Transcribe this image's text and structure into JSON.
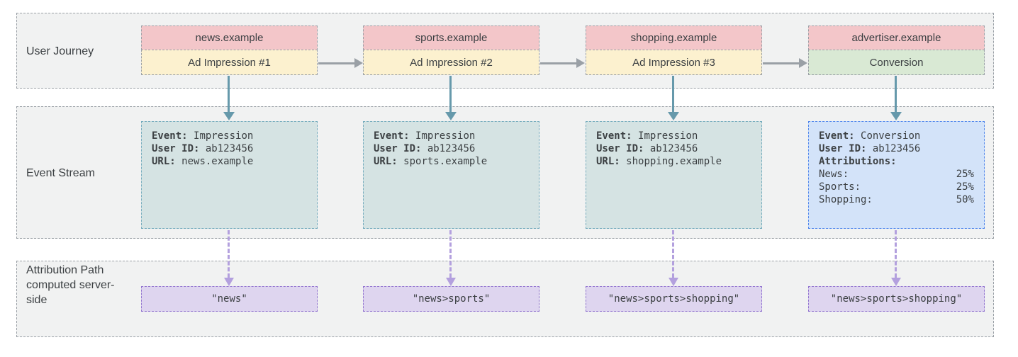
{
  "rows": {
    "journey_label": "User Journey",
    "events_label": "Event Stream",
    "paths_label": "Attribution Path computed server-side"
  },
  "columns": [
    {
      "site": "news.example",
      "action": "Ad Impression #1",
      "event": {
        "fields": [
          {
            "label": "Event:",
            "value": "Impression"
          },
          {
            "label": "User ID:",
            "value": "ab123456"
          },
          {
            "label": "URL:",
            "value": "news.example"
          }
        ]
      },
      "path": "\"news\""
    },
    {
      "site": "sports.example",
      "action": "Ad Impression #2",
      "event": {
        "fields": [
          {
            "label": "Event:",
            "value": "Impression"
          },
          {
            "label": "User ID:",
            "value": "ab123456"
          },
          {
            "label": "URL:",
            "value": "sports.example"
          }
        ]
      },
      "path": "\"news>sports\""
    },
    {
      "site": "shopping.example",
      "action": "Ad Impression #3",
      "event": {
        "fields": [
          {
            "label": "Event:",
            "value": "Impression"
          },
          {
            "label": "User ID:",
            "value": "ab123456"
          },
          {
            "label": "URL:",
            "value": "shopping.example"
          }
        ]
      },
      "path": "\"news>sports>shopping\""
    },
    {
      "site": "advertiser.example",
      "action": "Conversion",
      "event": {
        "fields": [
          {
            "label": "Event:",
            "value": "Conversion"
          },
          {
            "label": "User ID:",
            "value": "ab123456"
          },
          {
            "label": "Attributions:",
            "value": ""
          }
        ],
        "attributions": [
          {
            "name": "News:",
            "pct": "25%"
          },
          {
            "name": "Sports:",
            "pct": "25%"
          },
          {
            "name": "Shopping:",
            "pct": "50%"
          }
        ]
      },
      "path": "\"news>sports>shopping\""
    }
  ],
  "colors": {
    "band_bg": "#f1f2f2",
    "band_border": "#9aa0a6",
    "site_bg": "#f3c6c9",
    "impression_bg": "#fcf1cf",
    "conversion_bg": "#d9e9d4",
    "event_card_bg": "#d5e3e3",
    "event_card_border": "#74abbd",
    "conversion_card_bg": "#d3e3f9",
    "conversion_card_border": "#5086ec",
    "path_box_bg": "#ded5ef",
    "path_box_border": "#9173cf",
    "step_arrow": "#9aa0a6",
    "stream_arrow": "#6699ab",
    "attribution_arrow": "#b3a0de",
    "text": "#3c4043"
  }
}
